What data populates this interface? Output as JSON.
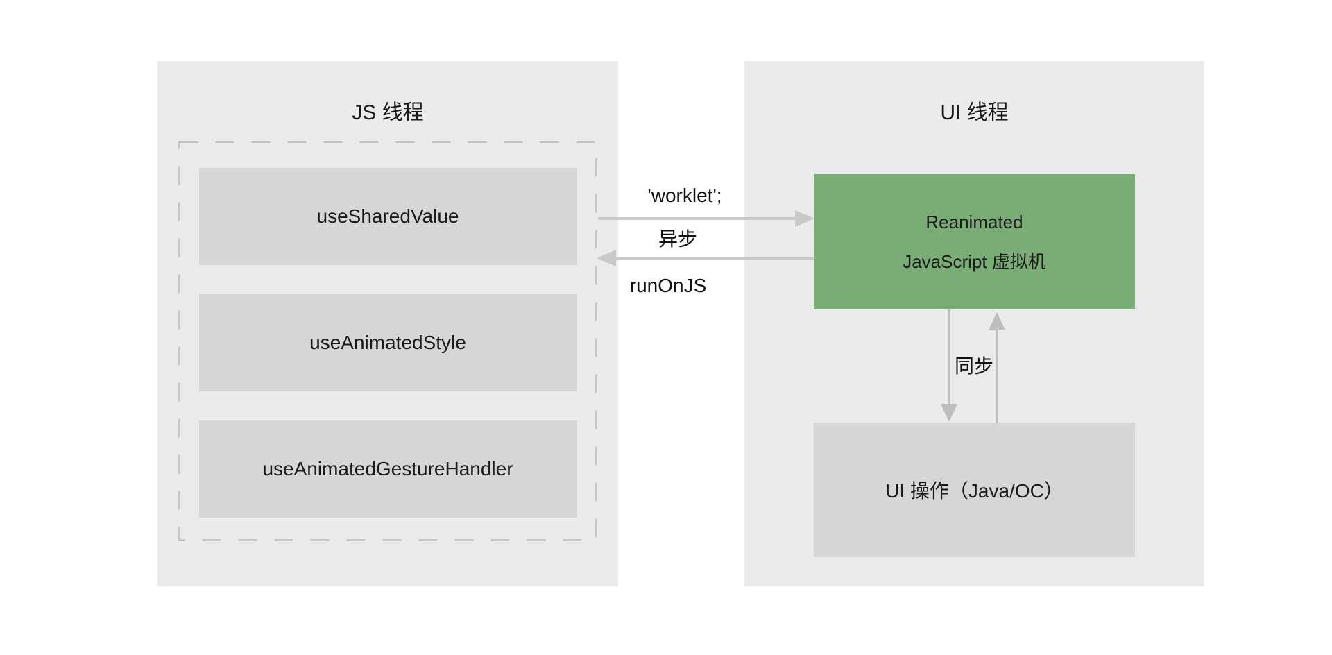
{
  "js_panel": {
    "title": "JS 线程",
    "hooks": [
      {
        "label": "useSharedValue"
      },
      {
        "label": "useAnimatedStyle"
      },
      {
        "label": "useAnimatedGestureHandler"
      }
    ]
  },
  "ui_panel": {
    "title": "UI 线程",
    "vm_box": {
      "line1": "Reanimated",
      "line2": "JavaScript 虚拟机"
    },
    "ops_box": {
      "label": "UI 操作（Java/OC）"
    }
  },
  "arrows": {
    "worklet_label": "'worklet';",
    "async_label": "异步",
    "run_on_js_label": "runOnJS",
    "sync_label": "同步"
  },
  "colors": {
    "panel_bg": "#ebebeb",
    "box_bg": "#d6d6d6",
    "accent_green": "#7aac75",
    "arrow_gray": "#c9c9c9",
    "arrow_gray_dark": "#bdbdbd",
    "dash_border": "#c6c6c6",
    "text_color": "#1a1a1a"
  }
}
